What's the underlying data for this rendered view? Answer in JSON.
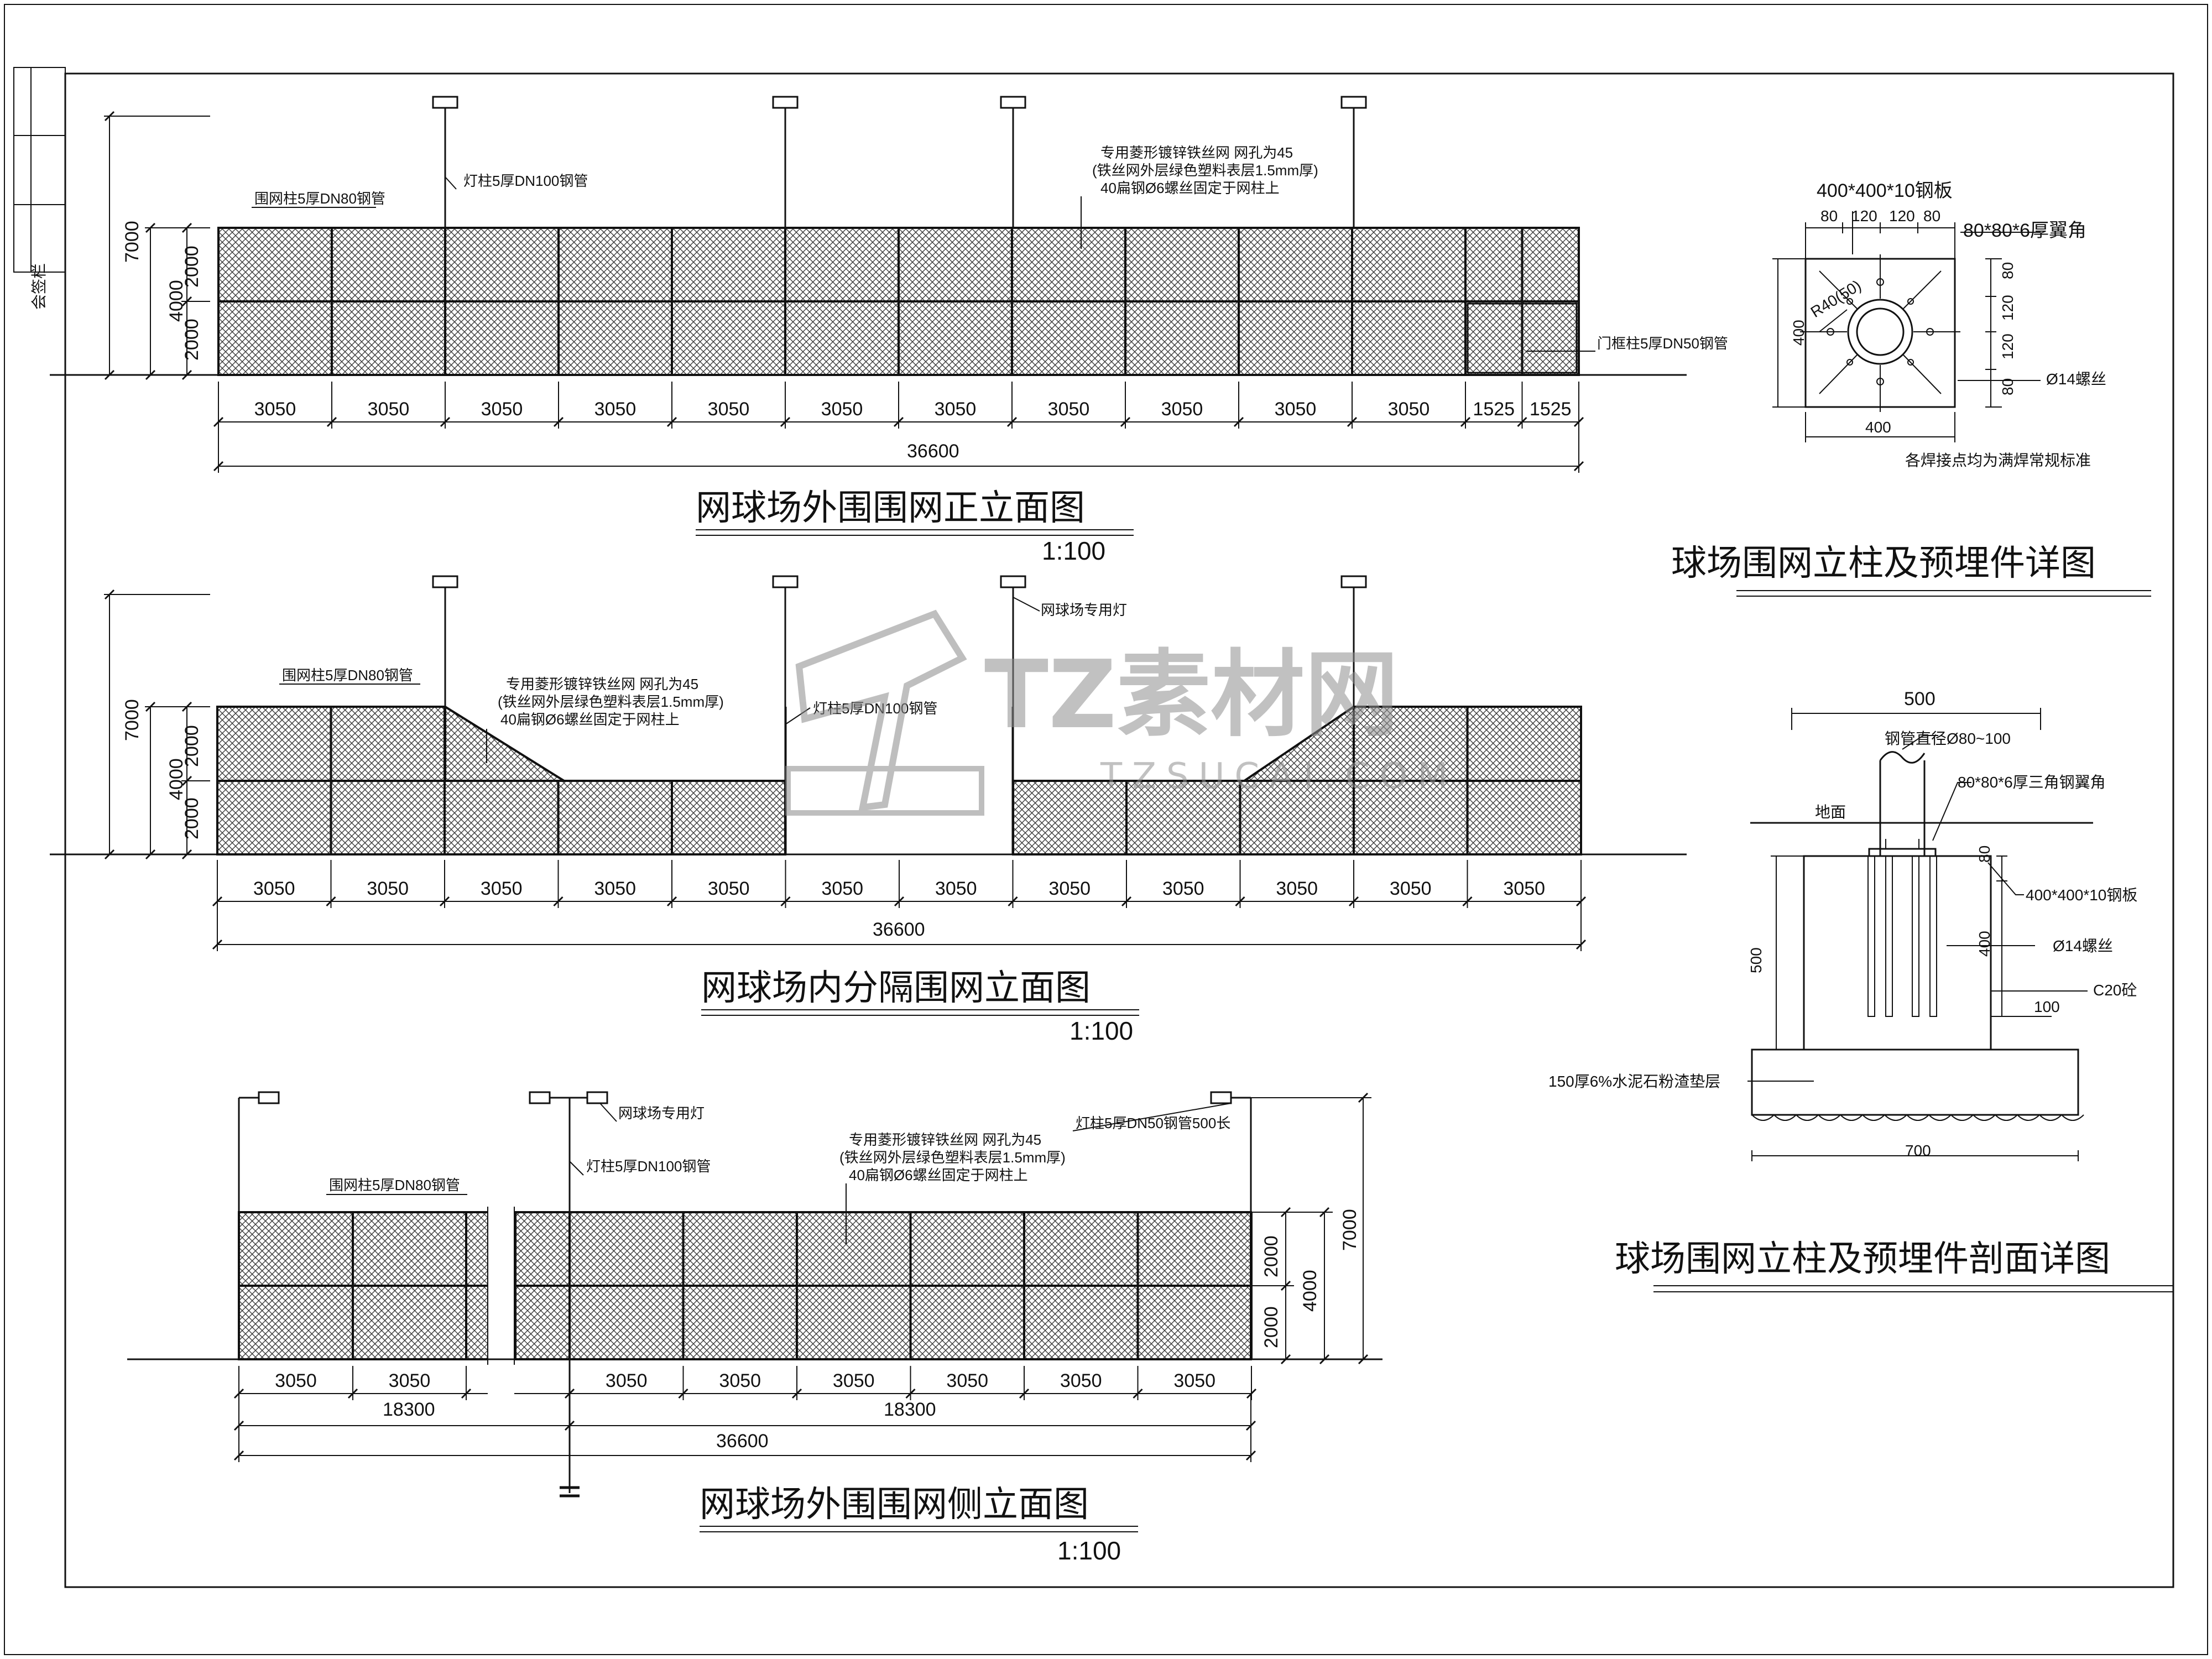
{
  "side_label": "会签栏",
  "front_elevation": {
    "title": "网球场外围围网正立面图",
    "scale": "1:100",
    "height_total": "7000",
    "height_mesh": "4000",
    "height_upper": "2000",
    "height_lower": "2000",
    "label_post": "围网柱5厚DN80钢管",
    "label_light": "灯柱5厚DN100钢管",
    "label_mesh_1": "专用菱形镀锌铁丝网  网孔为45",
    "label_mesh_2": "(铁丝网外层绿色塑料表层1.5mm厚)",
    "label_mesh_3": "40扁钢Ø6螺丝固定于网柱上",
    "label_door": "门框柱5厚DN50钢管",
    "spacing": [
      "3050",
      "3050",
      "3050",
      "3050",
      "3050",
      "3050",
      "3050",
      "3050",
      "3050",
      "3050",
      "3050",
      "1525",
      "1525"
    ],
    "total": "36600"
  },
  "inner_elevation": {
    "title": "网球场内分隔围网立面图",
    "scale": "1:100",
    "height_total": "7000",
    "height_mesh": "4000",
    "height_upper": "2000",
    "height_lower": "2000",
    "label_post": "围网柱5厚DN80钢管",
    "label_light": "灯柱5厚DN100钢管",
    "label_lamp": "网球场专用灯",
    "label_mesh_1": "专用菱形镀锌铁丝网  网孔为45",
    "label_mesh_2": "(铁丝网外层绿色塑料表层1.5mm厚)",
    "label_mesh_3": "40扁钢Ø6螺丝固定于网柱上",
    "spacing": [
      "3050",
      "3050",
      "3050",
      "3050",
      "3050",
      "3050",
      "3050",
      "3050",
      "3050",
      "3050",
      "3050",
      "3050"
    ],
    "total": "36600"
  },
  "side_elevation": {
    "title": "网球场外围围网侧立面图",
    "scale": "1:100",
    "height_total": "7000",
    "height_mesh": "4000",
    "height_upper": "2000",
    "height_lower": "2000",
    "label_post": "围网柱5厚DN80钢管",
    "label_light": "灯柱5厚DN100钢管",
    "label_lamp": "网球场专用灯",
    "label_lamp_arm": "灯柱5厚DN50钢管500长",
    "label_mesh_1": "专用菱形镀锌铁丝网  网孔为45",
    "label_mesh_2": "(铁丝网外层绿色塑料表层1.5mm厚)",
    "label_mesh_3": "40扁钢Ø6螺丝固定于网柱上",
    "spacing_left": [
      "3050",
      "3050"
    ],
    "spacing_right": [
      "3050",
      "3050",
      "3050",
      "3050",
      "3050",
      "3050"
    ],
    "half_left": "18300",
    "half_right": "18300",
    "total": "36600"
  },
  "post_detail": {
    "title": "球场围网立柱及预埋件详图",
    "plate": "400*400*10钢板",
    "angle": "80*80*6厚翼角",
    "radius": "R40(50)",
    "bolt": "Ø14螺丝",
    "top_dims": [
      "80",
      "120",
      "120",
      "80"
    ],
    "right_dims": [
      "80",
      "120",
      "120",
      "80"
    ],
    "size_v": "400",
    "size_h": "400",
    "note": "各焊接点均为满焊常规标准"
  },
  "section_detail": {
    "title": "球场围网立柱及预埋件剖面详图",
    "width_top": "500",
    "pipe": "钢管直径Ø80~100",
    "angle": "80*80*6厚三角钢翼角",
    "ground": "地面",
    "plate": "400*400*10钢板",
    "bolt": "Ø14螺丝",
    "concrete": "C20砼",
    "depth": "500",
    "d80": "80",
    "d400": "400",
    "d100": "100",
    "cushion": "150厚6%水泥石粉渣垫层",
    "width_bottom": "700"
  },
  "watermark": {
    "brand": "TZ素材网",
    "url": "TZSUCAI.COM"
  },
  "colors": {
    "line": "#111111",
    "watermark": "#9a9a9a",
    "background": "#ffffff"
  }
}
